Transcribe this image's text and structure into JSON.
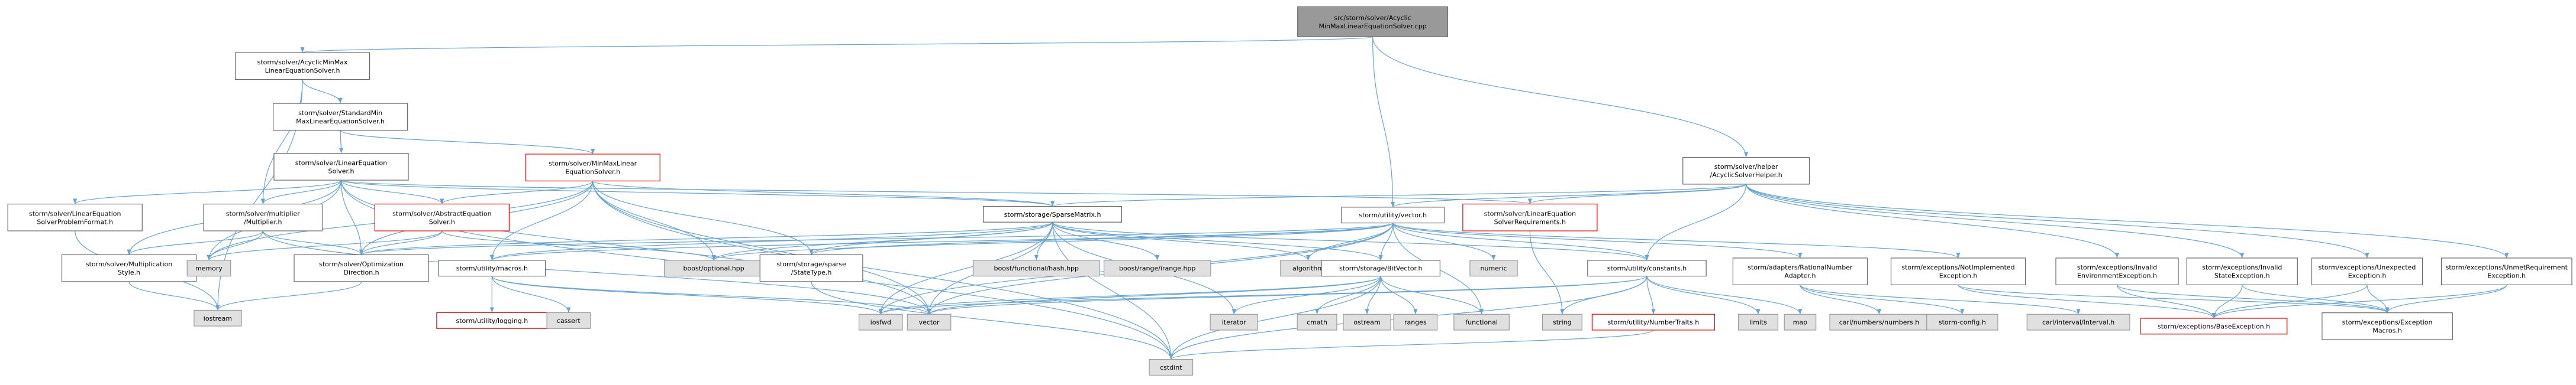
{
  "colors": {
    "edge": "#63a3d7",
    "root_fill": "#999999",
    "root_stroke": "#666666",
    "node_fill": "#ffffff",
    "node_stroke": "#666666",
    "system_fill": "#e0e0e0",
    "system_stroke": "#999999",
    "highlight_stroke": "#ff0000"
  },
  "nodes": [
    {
      "id": "root",
      "kind": "root",
      "lines": [
        "src/storm/solver/Acyclic",
        "MinMaxLinearEquationSolver.cpp"
      ]
    },
    {
      "id": "acyclic_minmax_h",
      "kind": "normal",
      "lines": [
        "storm/solver/AcyclicMinMax",
        "LinearEquationSolver.h"
      ]
    },
    {
      "id": "helper_h",
      "kind": "normal",
      "lines": [
        "storm/solver/helper",
        "/AcyclicSolverHelper.h"
      ]
    },
    {
      "id": "standard_minmax_h",
      "kind": "normal",
      "lines": [
        "storm/solver/StandardMin",
        "MaxLinearEquationSolver.h"
      ]
    },
    {
      "id": "linear_eq_solver_h",
      "kind": "normal",
      "lines": [
        "storm/solver/LinearEquation",
        "Solver.h"
      ]
    },
    {
      "id": "minmax_solver_h",
      "kind": "highlight",
      "lines": [
        "storm/solver/MinMaxLinear",
        "EquationSolver.h"
      ]
    },
    {
      "id": "problem_format_h",
      "kind": "normal",
      "lines": [
        "storm/solver/LinearEquation",
        "SolverProblemFormat.h"
      ]
    },
    {
      "id": "multiplier_h",
      "kind": "normal",
      "lines": [
        "storm/solver/multiplier",
        "/Multiplier.h"
      ]
    },
    {
      "id": "abstract_eq_solver_h",
      "kind": "highlight",
      "lines": [
        "storm/solver/AbstractEquation",
        "Solver.h"
      ]
    },
    {
      "id": "sparse_matrix_h",
      "kind": "normal",
      "lines": [
        "storm/storage/SparseMatrix.h"
      ]
    },
    {
      "id": "vector_h",
      "kind": "normal",
      "lines": [
        "storm/utility/vector.h"
      ]
    },
    {
      "id": "requirements_h",
      "kind": "highlight",
      "lines": [
        "storm/solver/LinearEquation",
        "SolverRequirements.h"
      ]
    },
    {
      "id": "mult_style_h",
      "kind": "normal",
      "lines": [
        "storm/solver/Multiplication",
        "Style.h"
      ]
    },
    {
      "id": "memory",
      "kind": "system",
      "lines": [
        "memory"
      ]
    },
    {
      "id": "opt_dir_h",
      "kind": "normal",
      "lines": [
        "storm/solver/Optimization",
        "Direction.h"
      ]
    },
    {
      "id": "macros_h",
      "kind": "normal",
      "lines": [
        "storm/utility/macros.h"
      ]
    },
    {
      "id": "boost_optional",
      "kind": "system",
      "lines": [
        "boost/optional.hpp"
      ]
    },
    {
      "id": "state_type_h",
      "kind": "normal",
      "lines": [
        "storm/storage/sparse",
        "/StateType.h"
      ]
    },
    {
      "id": "boost_hash",
      "kind": "system",
      "lines": [
        "boost/functional/hash.hpp"
      ]
    },
    {
      "id": "boost_range",
      "kind": "system",
      "lines": [
        "boost/range/irange.hpp"
      ]
    },
    {
      "id": "algorithm",
      "kind": "system",
      "lines": [
        "algorithm"
      ]
    },
    {
      "id": "bitvector_h",
      "kind": "normal",
      "lines": [
        "storm/storage/BitVector.h"
      ]
    },
    {
      "id": "numeric",
      "kind": "system",
      "lines": [
        "numeric"
      ]
    },
    {
      "id": "constants_h",
      "kind": "normal",
      "lines": [
        "storm/utility/constants.h"
      ]
    },
    {
      "id": "rational_h",
      "kind": "normal",
      "lines": [
        "storm/adapters/RationalNumber",
        "Adapter.h"
      ]
    },
    {
      "id": "not_impl_h",
      "kind": "normal",
      "lines": [
        "storm/exceptions/NotImplemented",
        "Exception.h"
      ]
    },
    {
      "id": "invalid_env_h",
      "kind": "normal",
      "lines": [
        "storm/exceptions/Invalid",
        "EnvironmentException.h"
      ]
    },
    {
      "id": "invalid_state_h",
      "kind": "normal",
      "lines": [
        "storm/exceptions/Invalid",
        "StateException.h"
      ]
    },
    {
      "id": "unexpected_h",
      "kind": "normal",
      "lines": [
        "storm/exceptions/Unexpected",
        "Exception.h"
      ]
    },
    {
      "id": "unmet_req_h",
      "kind": "normal",
      "lines": [
        "storm/exceptions/UnmetRequirement",
        "Exception.h"
      ]
    },
    {
      "id": "iostream",
      "kind": "system",
      "lines": [
        "iostream"
      ]
    },
    {
      "id": "logging_h",
      "kind": "highlight",
      "lines": [
        "storm/utility/logging.h"
      ]
    },
    {
      "id": "cassert",
      "kind": "system",
      "lines": [
        "cassert"
      ]
    },
    {
      "id": "iosfwd",
      "kind": "system",
      "lines": [
        "iosfwd"
      ]
    },
    {
      "id": "vector",
      "kind": "system",
      "lines": [
        "vector"
      ]
    },
    {
      "id": "iterator",
      "kind": "system",
      "lines": [
        "iterator"
      ]
    },
    {
      "id": "cmath",
      "kind": "system",
      "lines": [
        "cmath"
      ]
    },
    {
      "id": "ostream",
      "kind": "system",
      "lines": [
        "ostream"
      ]
    },
    {
      "id": "ranges",
      "kind": "system",
      "lines": [
        "ranges"
      ]
    },
    {
      "id": "functional",
      "kind": "system",
      "lines": [
        "functional"
      ]
    },
    {
      "id": "string",
      "kind": "system",
      "lines": [
        "string"
      ]
    },
    {
      "id": "number_traits_h",
      "kind": "highlight",
      "lines": [
        "storm/utility/NumberTraits.h"
      ]
    },
    {
      "id": "limits",
      "kind": "system",
      "lines": [
        "limits"
      ]
    },
    {
      "id": "map",
      "kind": "system",
      "lines": [
        "map"
      ]
    },
    {
      "id": "carl_numbers",
      "kind": "system",
      "lines": [
        "carl/numbers/numbers.h"
      ]
    },
    {
      "id": "storm_config",
      "kind": "system",
      "lines": [
        "storm-config.h"
      ]
    },
    {
      "id": "carl_interval",
      "kind": "system",
      "lines": [
        "carl/interval/Interval.h"
      ]
    },
    {
      "id": "base_exception_h",
      "kind": "highlight",
      "lines": [
        "storm/exceptions/BaseException.h"
      ]
    },
    {
      "id": "exception_macros_h",
      "kind": "normal",
      "lines": [
        "storm/exceptions/Exception",
        "Macros.h"
      ]
    },
    {
      "id": "cstdint",
      "kind": "system",
      "lines": [
        "cstdint"
      ]
    }
  ],
  "edges": [
    [
      "root",
      "acyclic_minmax_h"
    ],
    [
      "root",
      "helper_h"
    ],
    [
      "root",
      "vector_h"
    ],
    [
      "acyclic_minmax_h",
      "standard_minmax_h"
    ],
    [
      "acyclic_minmax_h",
      "multiplier_h"
    ],
    [
      "acyclic_minmax_h",
      "iostream"
    ],
    [
      "standard_minmax_h",
      "linear_eq_solver_h"
    ],
    [
      "standard_minmax_h",
      "minmax_solver_h"
    ],
    [
      "linear_eq_solver_h",
      "problem_format_h"
    ],
    [
      "linear_eq_solver_h",
      "multiplier_h"
    ],
    [
      "linear_eq_solver_h",
      "abstract_eq_solver_h"
    ],
    [
      "linear_eq_solver_h",
      "sparse_matrix_h"
    ],
    [
      "linear_eq_solver_h",
      "requirements_h"
    ],
    [
      "linear_eq_solver_h",
      "memory"
    ],
    [
      "linear_eq_solver_h",
      "opt_dir_h"
    ],
    [
      "linear_eq_solver_h",
      "mult_style_h"
    ],
    [
      "linear_eq_solver_h",
      "vector"
    ],
    [
      "linear_eq_solver_h",
      "cstdint"
    ],
    [
      "minmax_solver_h",
      "abstract_eq_solver_h"
    ],
    [
      "minmax_solver_h",
      "sparse_matrix_h"
    ],
    [
      "minmax_solver_h",
      "macros_h"
    ],
    [
      "minmax_solver_h",
      "boost_optional"
    ],
    [
      "minmax_solver_h",
      "state_type_h"
    ],
    [
      "minmax_solver_h",
      "opt_dir_h"
    ],
    [
      "minmax_solver_h",
      "memory"
    ],
    [
      "minmax_solver_h",
      "vector"
    ],
    [
      "minmax_solver_h",
      "cstdint"
    ],
    [
      "problem_format_h",
      "iostream"
    ],
    [
      "multiplier_h",
      "mult_style_h"
    ],
    [
      "multiplier_h",
      "opt_dir_h"
    ],
    [
      "multiplier_h",
      "memory"
    ],
    [
      "multiplier_h",
      "vector"
    ],
    [
      "abstract_eq_solver_h",
      "memory"
    ],
    [
      "abstract_eq_solver_h",
      "boost_optional"
    ],
    [
      "abstract_eq_solver_h",
      "opt_dir_h"
    ],
    [
      "sparse_matrix_h",
      "boost_optional"
    ],
    [
      "sparse_matrix_h",
      "state_type_h"
    ],
    [
      "sparse_matrix_h",
      "boost_hash"
    ],
    [
      "sparse_matrix_h",
      "boost_range"
    ],
    [
      "sparse_matrix_h",
      "algorithm"
    ],
    [
      "sparse_matrix_h",
      "bitvector_h"
    ],
    [
      "sparse_matrix_h",
      "iosfwd"
    ],
    [
      "sparse_matrix_h",
      "iterator"
    ],
    [
      "sparse_matrix_h",
      "vector"
    ],
    [
      "sparse_matrix_h",
      "opt_dir_h"
    ],
    [
      "sparse_matrix_h",
      "macros_h"
    ],
    [
      "sparse_matrix_h",
      "constants_h"
    ],
    [
      "sparse_matrix_h",
      "cstdint"
    ],
    [
      "vector_h",
      "algorithm"
    ],
    [
      "vector_h",
      "boost_optional"
    ],
    [
      "vector_h",
      "bitvector_h"
    ],
    [
      "vector_h",
      "numeric"
    ],
    [
      "vector_h",
      "constants_h"
    ],
    [
      "vector_h",
      "rational_h"
    ],
    [
      "vector_h",
      "not_impl_h"
    ],
    [
      "vector_h",
      "iosfwd"
    ],
    [
      "vector_h",
      "vector"
    ],
    [
      "vector_h",
      "functional"
    ],
    [
      "vector_h",
      "macros_h"
    ],
    [
      "vector_h",
      "opt_dir_h"
    ],
    [
      "vector_h",
      "state_type_h"
    ],
    [
      "helper_h",
      "sparse_matrix_h"
    ],
    [
      "helper_h",
      "vector_h"
    ],
    [
      "helper_h",
      "constants_h"
    ],
    [
      "helper_h",
      "requirements_h"
    ],
    [
      "helper_h",
      "invalid_env_h"
    ],
    [
      "helper_h",
      "invalid_state_h"
    ],
    [
      "helper_h",
      "unexpected_h"
    ],
    [
      "helper_h",
      "unmet_req_h"
    ],
    [
      "requirements_h",
      "string"
    ],
    [
      "mult_style_h",
      "iostream"
    ],
    [
      "opt_dir_h",
      "iostream"
    ],
    [
      "macros_h",
      "logging_h"
    ],
    [
      "macros_h",
      "cassert"
    ],
    [
      "macros_h",
      "iosfwd"
    ],
    [
      "macros_h",
      "vector"
    ],
    [
      "bitvector_h",
      "iosfwd"
    ],
    [
      "bitvector_h",
      "vector"
    ],
    [
      "bitvector_h",
      "iterator"
    ],
    [
      "bitvector_h",
      "cmath"
    ],
    [
      "bitvector_h",
      "ostream"
    ],
    [
      "bitvector_h",
      "ranges"
    ],
    [
      "bitvector_h",
      "functional"
    ],
    [
      "bitvector_h",
      "cstdint"
    ],
    [
      "constants_h",
      "limits"
    ],
    [
      "constants_h",
      "vector"
    ],
    [
      "constants_h",
      "map"
    ],
    [
      "constants_h",
      "cstdint"
    ],
    [
      "constants_h",
      "number_traits_h"
    ],
    [
      "constants_h",
      "string"
    ],
    [
      "constants_h",
      "iosfwd"
    ],
    [
      "rational_h",
      "carl_numbers"
    ],
    [
      "rational_h",
      "storm_config"
    ],
    [
      "rational_h",
      "carl_interval"
    ],
    [
      "not_impl_h",
      "base_exception_h"
    ],
    [
      "not_impl_h",
      "exception_macros_h"
    ],
    [
      "invalid_env_h",
      "base_exception_h"
    ],
    [
      "invalid_env_h",
      "exception_macros_h"
    ],
    [
      "invalid_state_h",
      "base_exception_h"
    ],
    [
      "invalid_state_h",
      "exception_macros_h"
    ],
    [
      "unexpected_h",
      "base_exception_h"
    ],
    [
      "unexpected_h",
      "exception_macros_h"
    ],
    [
      "unmet_req_h",
      "base_exception_h"
    ],
    [
      "unmet_req_h",
      "exception_macros_h"
    ],
    [
      "state_type_h",
      "cstdint"
    ],
    [
      "number_traits_h",
      "cstdint"
    ]
  ]
}
